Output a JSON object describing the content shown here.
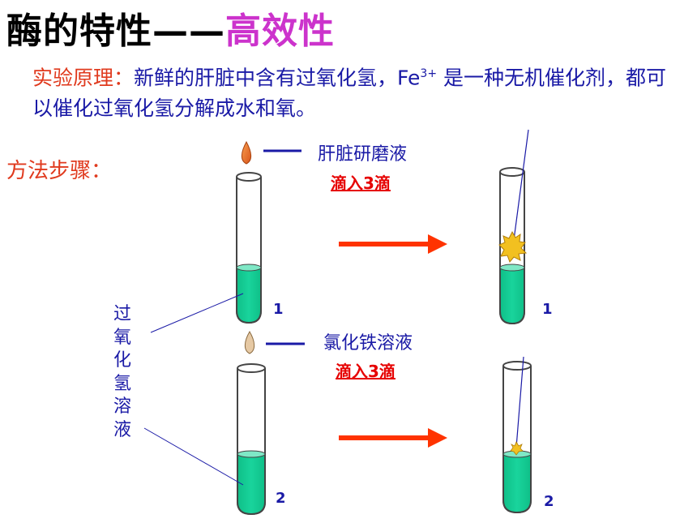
{
  "title": {
    "main": "酶的特性",
    "dash": "——",
    "accent": "高效性"
  },
  "principle": {
    "label": "实验原理：",
    "text_before": "新鲜的肝脏中含有过氧化氢，Fe",
    "superscript": "3+",
    "text_after": " 是一种无机催化剂，都可以催化过氧化氢分解成水和氧。"
  },
  "method_label": "方法步骤：",
  "tube1": {
    "reagent": "肝脏研磨液",
    "drops": "滴入3滴",
    "number": "1",
    "result_number": "1"
  },
  "tube2": {
    "reagent": "氯化铁溶液",
    "drops": "滴入3滴",
    "number": "2",
    "result_number": "2"
  },
  "solution_label": [
    "过",
    "氧",
    "化",
    "氢",
    "溶",
    "液"
  ],
  "colors": {
    "title_accent": "#cc33cc",
    "label_red": "#e03a1e",
    "text_blue": "#1a1aa6",
    "liquid": "#19d49c",
    "arrow": "#ff3300",
    "liver_drop": "#e8641c",
    "fecl3_drop": "#e6c9a4",
    "flame": "#f2c020"
  }
}
